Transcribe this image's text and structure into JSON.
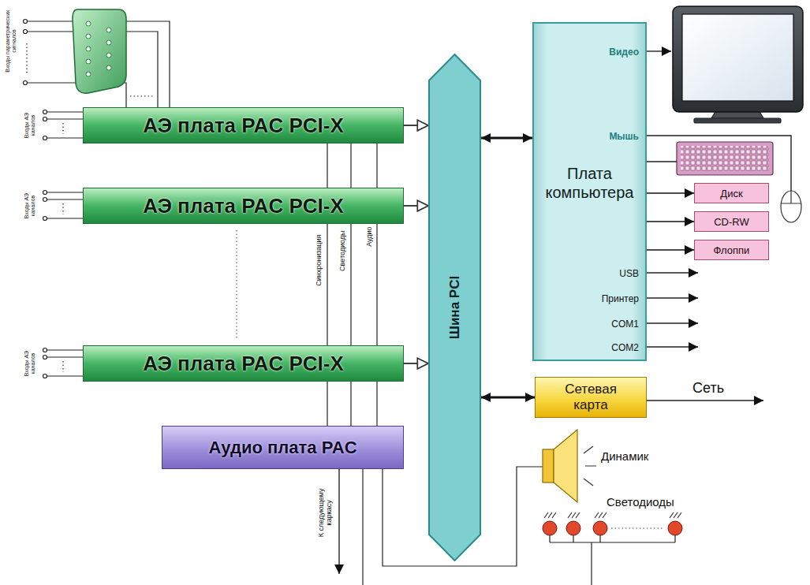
{
  "diagram": {
    "nodes": [
      {
        "text": [
          "АЭ плата PAC PCI-X"
        ]
      },
      {
        "text": [
          "АЭ плата PAC PCI-X"
        ]
      },
      {
        "text": [
          "АЭ плата PAC PCI-X"
        ]
      },
      {
        "text": [
          "Аудио плата PAC"
        ]
      },
      {
        "text": [
          "Шина PCI"
        ]
      },
      {
        "text": [
          "Видео",
          "Мышь",
          "Плата компьютера",
          "USB",
          "Принтер",
          "COM1",
          "COM2"
        ]
      },
      {
        "text": [
          "Диск"
        ]
      },
      {
        "text": [
          "CD-RW"
        ]
      },
      {
        "text": [
          "Флоппи"
        ]
      },
      {
        "text": [
          "Сетевая карта"
        ]
      }
    ],
    "edges": [
      {
        "from": 0,
        "to": 4,
        "arrow": "to"
      },
      {
        "from": 1,
        "to": 4,
        "arrow": "to"
      },
      {
        "from": 2,
        "to": 4,
        "arrow": "to"
      },
      {
        "from": 4,
        "to": 5,
        "arrow": "both"
      },
      {
        "from": 4,
        "to": 9,
        "arrow": "both"
      },
      {
        "from": 5,
        "to": 6,
        "arrow": "to"
      },
      {
        "from": 5,
        "to": 7,
        "arrow": "to"
      },
      {
        "from": 5,
        "to": 8,
        "arrow": "to"
      }
    ],
    "labels": [
      "Входы параметрических сигналов",
      "Входы АЭ каналов",
      "Входы АЭ каналов",
      "Входы АЭ каналов",
      "Синхронизация",
      "Светодиоды",
      "Аудио",
      "К следующему каркасу",
      "Сеть",
      "Динамик",
      "Светодиоды"
    ]
  }
}
